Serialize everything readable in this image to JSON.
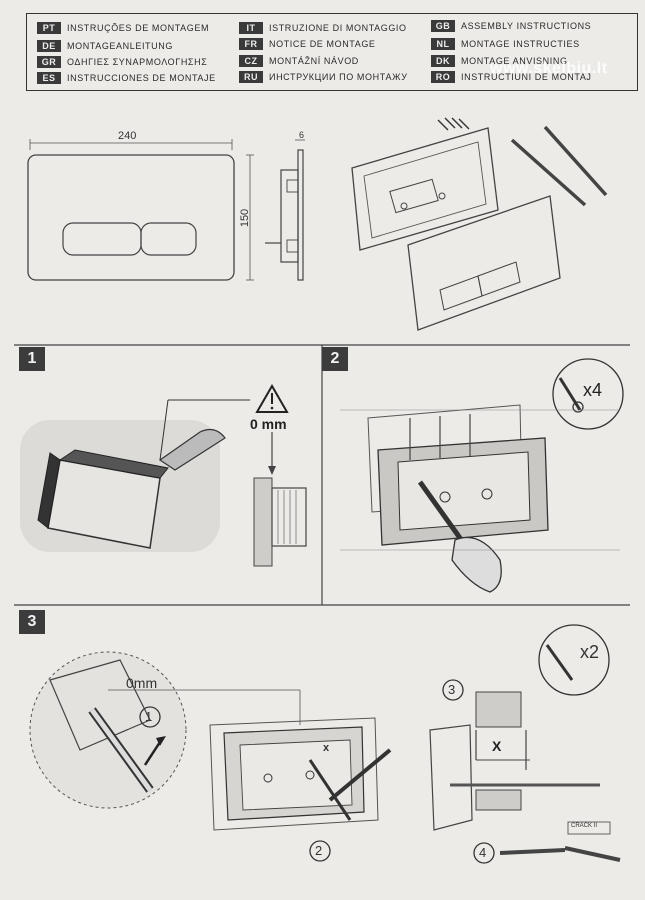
{
  "languages": [
    {
      "code": "PT",
      "text": "INSTRUÇÕES DE MONTAGEM"
    },
    {
      "code": "DE",
      "text": "MONTAGEANLEITUNG"
    },
    {
      "code": "GR",
      "text": "ΟΔΗΓΙΕΣ ΣΥΝΑΡΜΟΛΟΓΗΣΗΣ"
    },
    {
      "code": "ES",
      "text": "INSTRUCCIONES DE MONTAJE"
    },
    {
      "code": "IT",
      "text": "ISTRUZIONE DI MONTAGGIO"
    },
    {
      "code": "FR",
      "text": "NOTICE DE MONTAGE"
    },
    {
      "code": "CZ",
      "text": "MONTÁŽNÍ NÁVOD"
    },
    {
      "code": "RU",
      "text": "ИНСТРУКЦИИ ПО МОНТАЖУ"
    },
    {
      "code": "GB",
      "text": "ASSEMBLY INSTRUCTIONS"
    },
    {
      "code": "NL",
      "text": "MONTAGE INSTRUCTIES"
    },
    {
      "code": "DK",
      "text": "MONTAGE ANVISNING"
    },
    {
      "code": "RO",
      "text": "INSTRUCTIUNI DE MONTAJ"
    }
  ],
  "dimensions": {
    "width": "240",
    "height": "150",
    "depth": "6"
  },
  "steps": {
    "s1": {
      "number": "1",
      "gap_label": "0 mm"
    },
    "s2": {
      "number": "2",
      "screws_label": "x4"
    },
    "s3": {
      "number": "3",
      "gap_label": "0mm",
      "screws_label": "x2",
      "sub1": "1",
      "sub2": "2",
      "sub3": "3",
      "sub4": "4",
      "x_label": "X",
      "x_small": "x",
      "part_label": "CRACK II"
    }
  },
  "watermark": "www.skelbiu.lt"
}
